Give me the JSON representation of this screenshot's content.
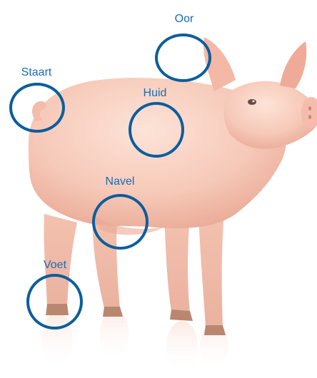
{
  "colors": {
    "marker": "#0b5e9c",
    "label_text": "#1a6db0",
    "pig_skin": "#f6c9b8",
    "pig_shadow": "#e8a995",
    "hoof": "#b9876f"
  },
  "markers": [
    {
      "id": "oor",
      "label": "Oor"
    },
    {
      "id": "staart",
      "label": "Staart"
    },
    {
      "id": "huid",
      "label": "Huid"
    },
    {
      "id": "navel",
      "label": "Navel"
    },
    {
      "id": "voet",
      "label": "Voet"
    }
  ]
}
